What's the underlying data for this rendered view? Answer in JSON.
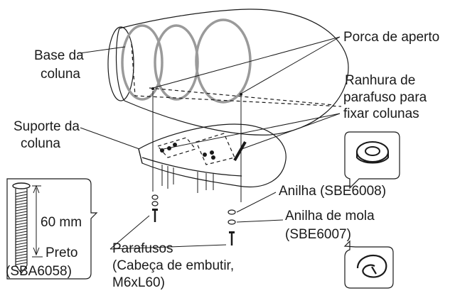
{
  "labels": {
    "base_da_coluna_1": "Base da",
    "base_da_coluna_2": "coluna",
    "porca_de_aperto": "Porca de aperto",
    "ranhura_1": "Ranhura de",
    "ranhura_2": "parafuso para",
    "ranhura_3": "fixar colunas",
    "suporte_1": "Suporte da",
    "suporte_2": "coluna",
    "measure": "60 mm",
    "preto": "Preto",
    "sba": "(SBA6058)",
    "parafusos_1": "Parafusos",
    "parafusos_2": "(Cabeça de embutir,",
    "parafusos_3": "M6xL60)",
    "anilha": "Anilha (SBE6008)",
    "anilha_mola_1": "Anilha de mola",
    "anilha_mola_2": "(SBE6007)"
  },
  "colors": {
    "line": "#1a1a1a",
    "speaker_ring": "#9a9a9a"
  },
  "icons": [
    "washer-icon",
    "spring-washer-icon",
    "screw-icon"
  ]
}
